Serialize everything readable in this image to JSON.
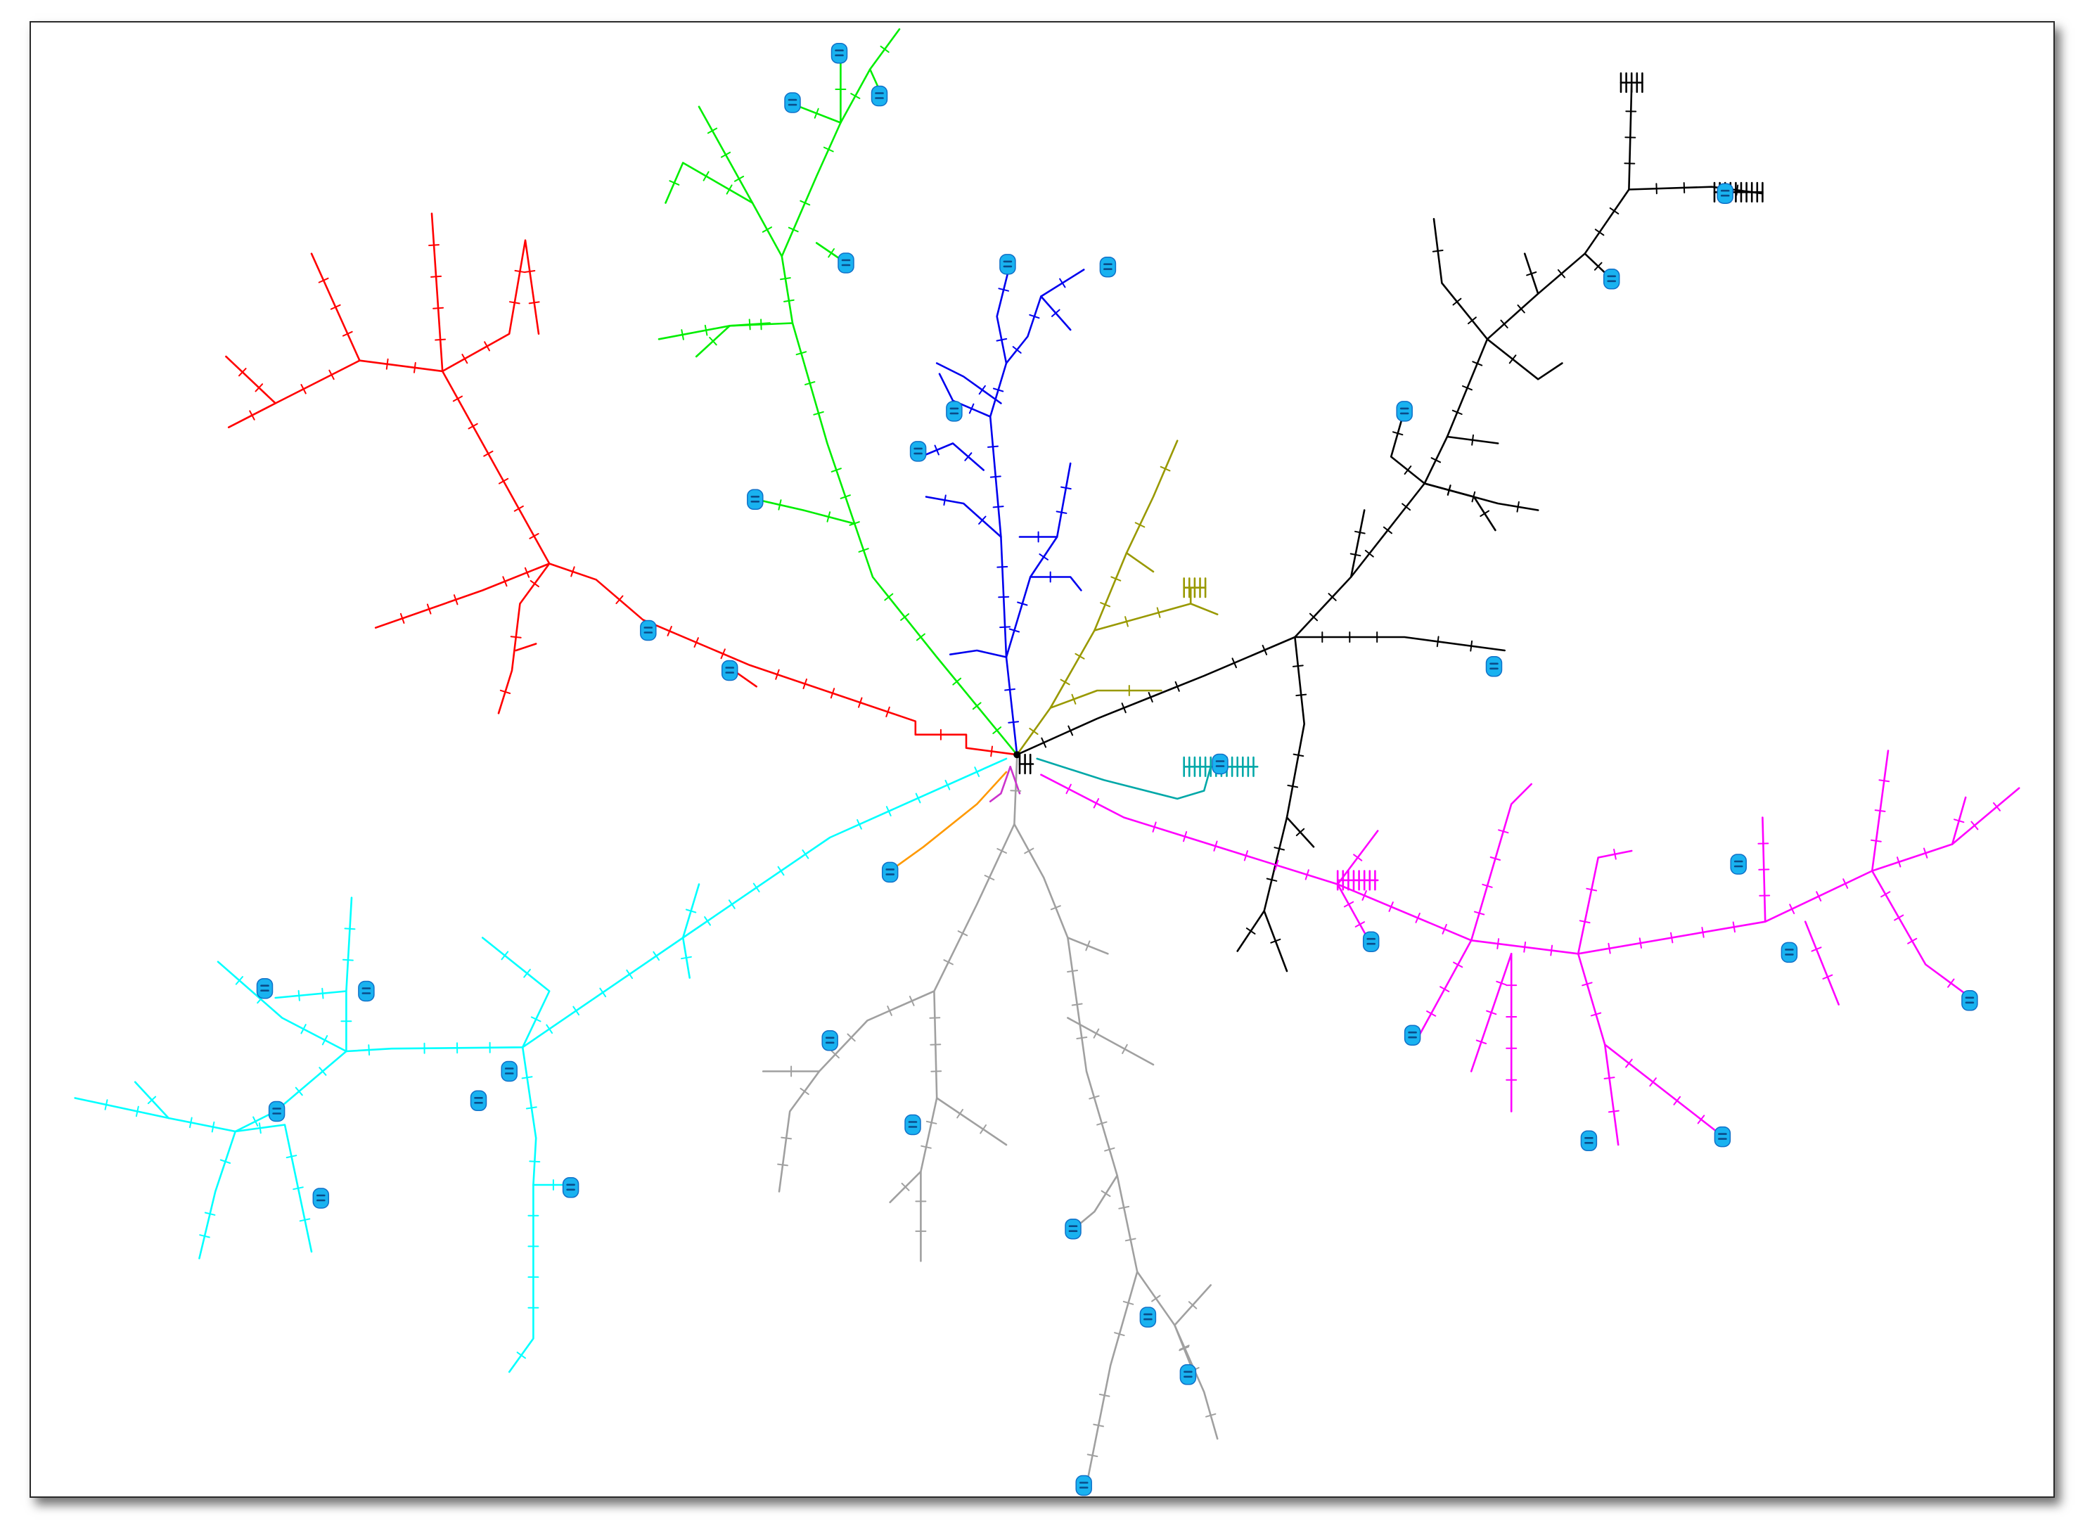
{
  "diagram": {
    "type": "radial-network-tree",
    "background": "#ffffff",
    "frame_border": "#2a2a2a",
    "root_color": "#000000",
    "node_marker_color": "#19b2f0",
    "small_marker_color": "#22aa22",
    "branches": [
      {
        "id": "red",
        "color": "#ff0000"
      },
      {
        "id": "green",
        "color": "#00ee00"
      },
      {
        "id": "blue",
        "color": "#0000ee"
      },
      {
        "id": "olive",
        "color": "#999900"
      },
      {
        "id": "black",
        "color": "#000000"
      },
      {
        "id": "teal",
        "color": "#00a8a8"
      },
      {
        "id": "magenta",
        "color": "#ff00ff"
      },
      {
        "id": "gray",
        "color": "#a0a0a0"
      },
      {
        "id": "orange",
        "color": "#ff9900"
      },
      {
        "id": "purple",
        "color": "#cc33cc"
      },
      {
        "id": "cyan",
        "color": "#00ffff"
      }
    ]
  }
}
